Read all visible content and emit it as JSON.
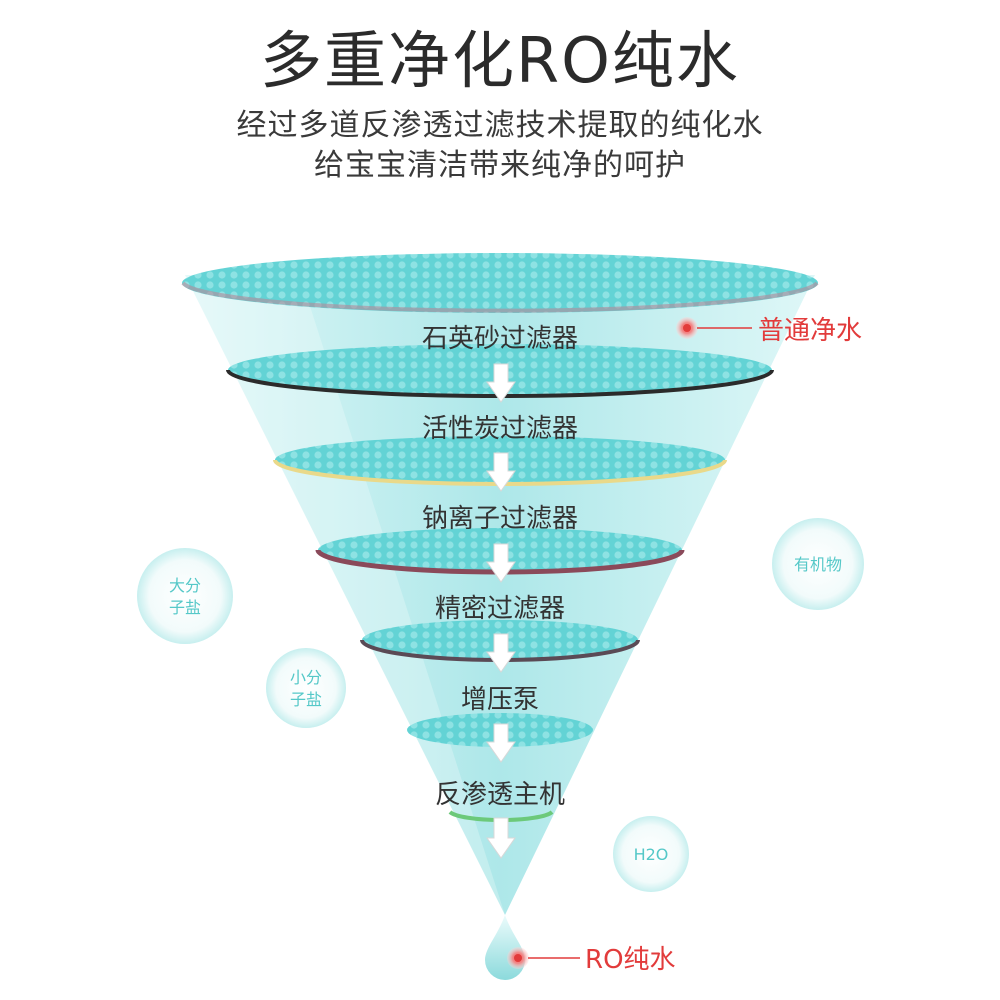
{
  "title": "多重净化RO纯水",
  "subtitle_line1": "经过多道反渗透过滤技术提取的纯化水",
  "subtitle_line2": "给宝宝清洁带来纯净的呵护",
  "stages": [
    {
      "label": "石英砂过滤器"
    },
    {
      "label": "活性炭过滤器"
    },
    {
      "label": "钠离子过滤器"
    },
    {
      "label": "精密过滤器"
    },
    {
      "label": "增压泵"
    },
    {
      "label": "反渗透主机"
    }
  ],
  "callouts": {
    "top": "普通净水",
    "bottom": "RO纯水"
  },
  "bubbles": {
    "macro_salt": [
      "大分",
      "子盐"
    ],
    "micro_salt": [
      "小分",
      "子盐"
    ],
    "organic": "有机物",
    "h2o": "H2O"
  },
  "colors": {
    "cone": "#bdeff0",
    "disc": "#6fd6d8",
    "callout": "#e23b3b",
    "bubble_text": "#55c8c8"
  }
}
